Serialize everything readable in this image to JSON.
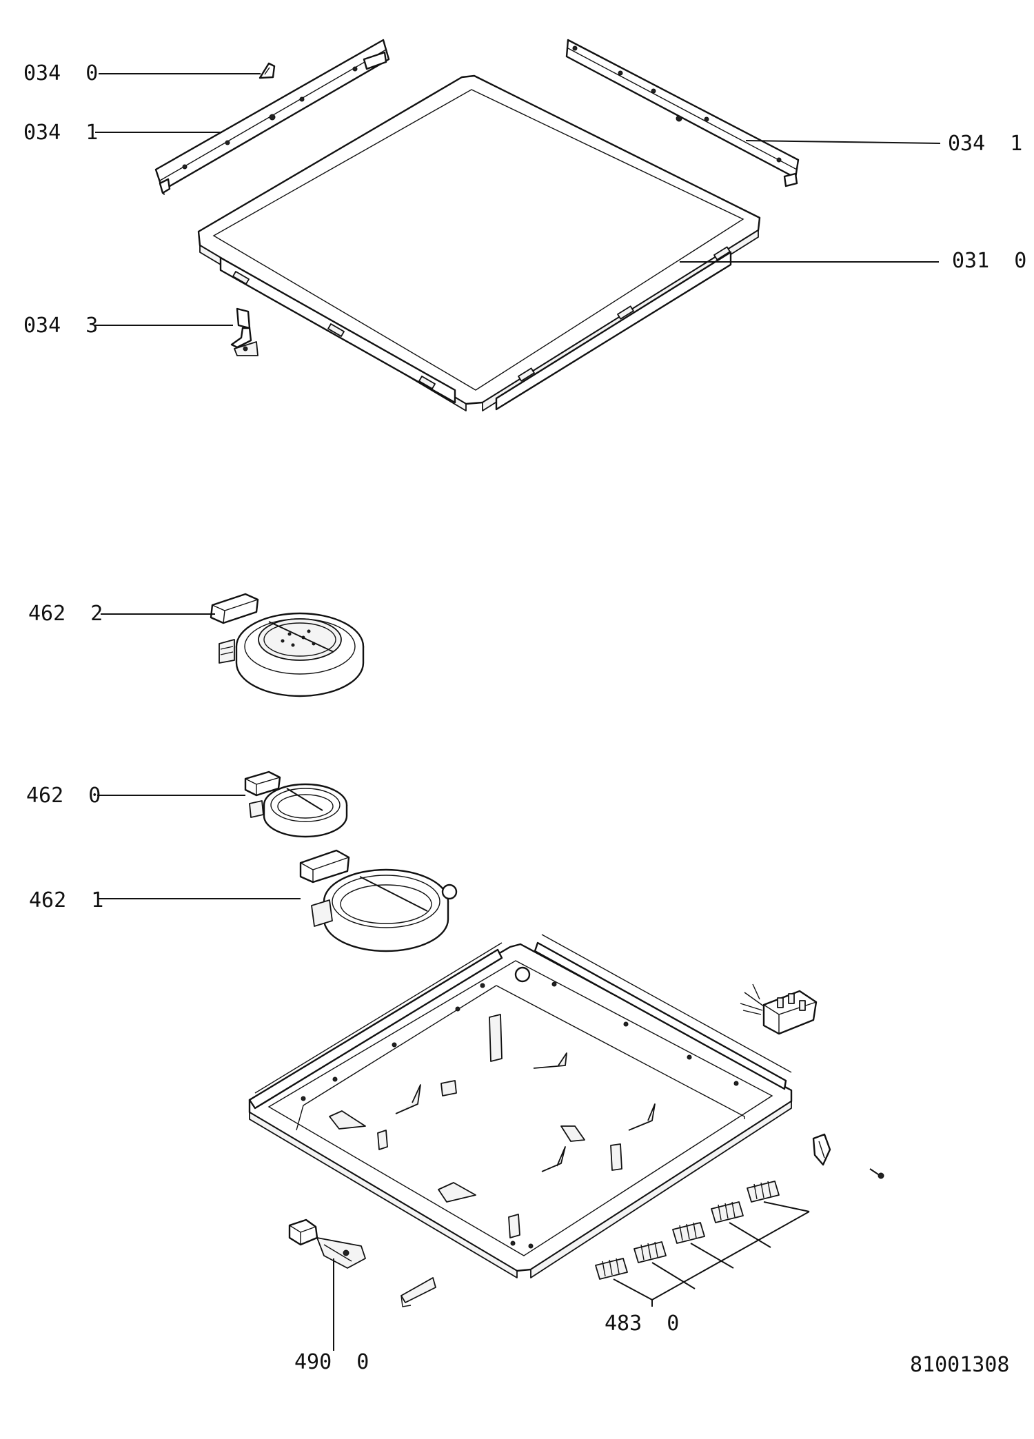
{
  "labels": {
    "p0340": "034  0",
    "p0341_left": "034  1",
    "p0341_right": "034  1",
    "p0310": "031  0",
    "p0343": "034  3",
    "p4622": "462  2",
    "p4620": "462  0",
    "p4621": "462  1",
    "p4830": "483  0",
    "p4900": "490  0"
  },
  "drawing_number": "81001308"
}
